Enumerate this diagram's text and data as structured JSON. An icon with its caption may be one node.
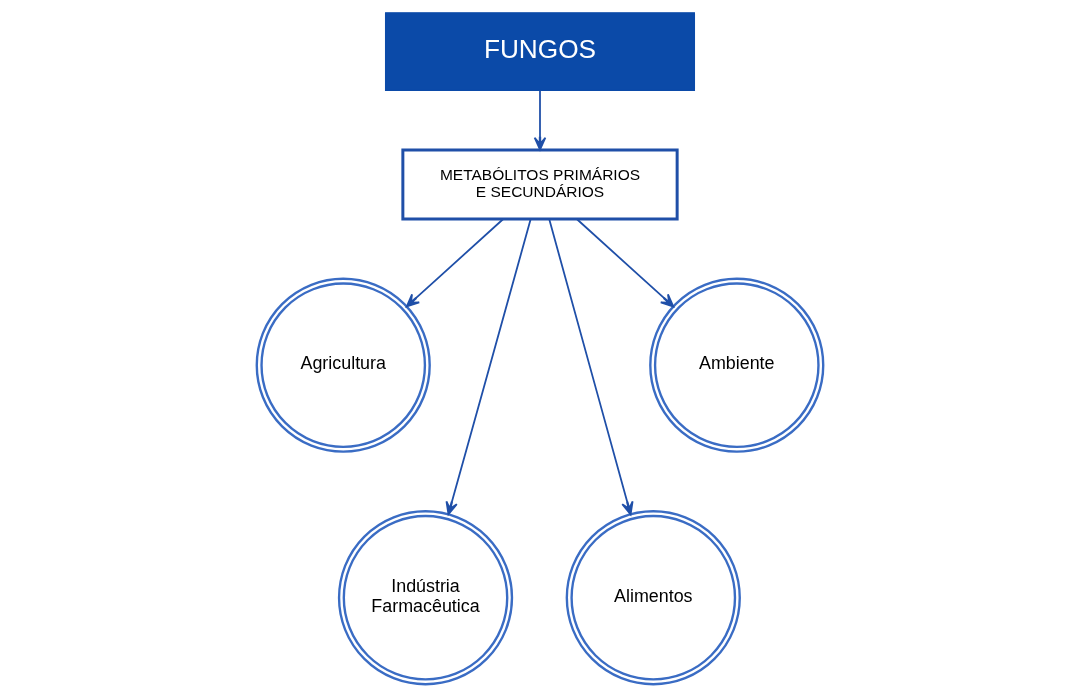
{
  "diagram": {
    "nodes": [
      {
        "text": [
          "FUNGOS"
        ]
      },
      {
        "text": [
          "METABÓLITOS PRIMÁRIOS E SECUNDÁRIOS"
        ]
      },
      {
        "text": [
          "Agricultura"
        ]
      },
      {
        "text": [
          "Indústria Farmacêutica"
        ]
      },
      {
        "text": [
          "Alimentos"
        ]
      },
      {
        "text": [
          "Ambiente"
        ]
      }
    ],
    "edges": [
      {
        "from": 0,
        "to": 1,
        "arrow": "to"
      },
      {
        "from": 1,
        "to": 2,
        "arrow": "to"
      },
      {
        "from": 1,
        "to": 3,
        "arrow": "to"
      },
      {
        "from": 1,
        "to": 4,
        "arrow": "to"
      },
      {
        "from": 1,
        "to": 5,
        "arrow": "to"
      }
    ]
  }
}
